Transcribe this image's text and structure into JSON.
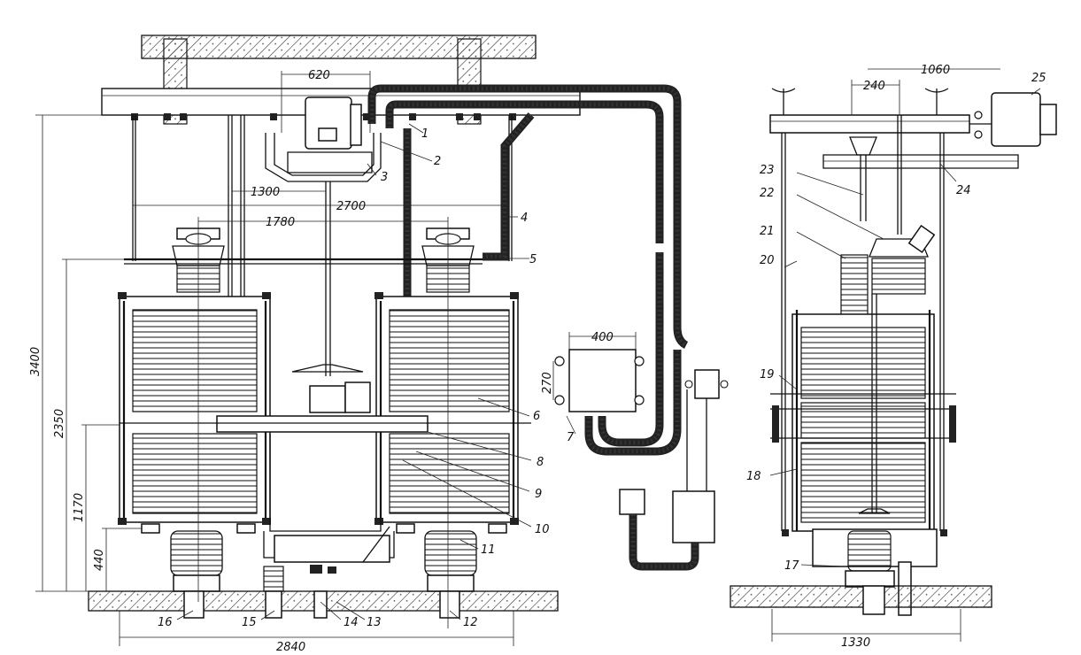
{
  "dimensions": {
    "d620": "620",
    "d1300": "1300",
    "d2700": "2700",
    "d1780": "1780",
    "d400": "400",
    "d270": "270",
    "d3400": "3400",
    "d2350": "2350",
    "d1170": "1170",
    "d440": "440",
    "d2840": "2840",
    "d240": "240",
    "d1060": "1060",
    "d1330": "1330"
  },
  "callouts": [
    "1",
    "2",
    "3",
    "4",
    "5",
    "6",
    "7",
    "8",
    "9",
    "10",
    "11",
    "12",
    "13",
    "14",
    "15",
    "16",
    "17",
    "18",
    "19",
    "20",
    "21",
    "22",
    "23",
    "24",
    "25"
  ],
  "colors": {
    "line": "#111111",
    "paper": "#ffffff",
    "hatch": "#333333"
  }
}
